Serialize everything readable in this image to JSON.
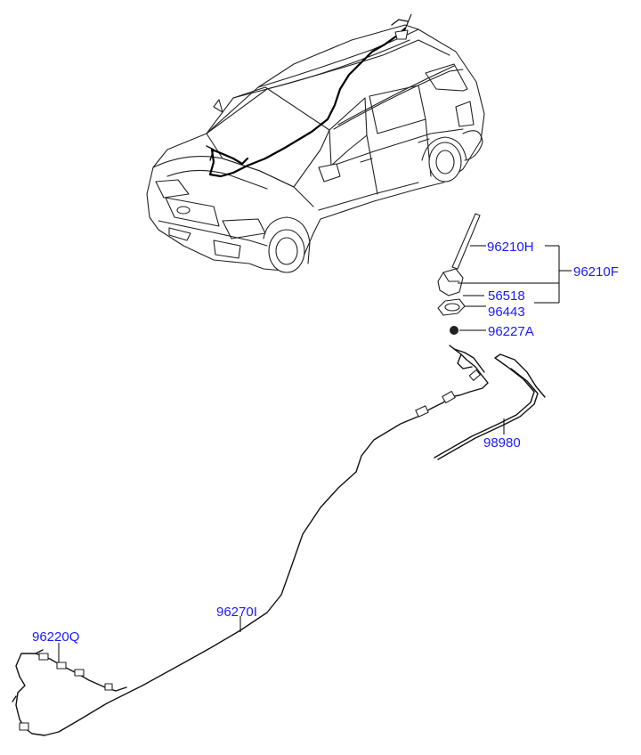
{
  "parts": {
    "antenna_rod": "96210H",
    "antenna_assembly": "96210F",
    "antenna_base": "56518",
    "antenna_pad": "96443",
    "antenna_nut": "96227A",
    "roof_harness": "98980",
    "feeder_cable": "96270I",
    "radio_connector": "96220Q"
  }
}
